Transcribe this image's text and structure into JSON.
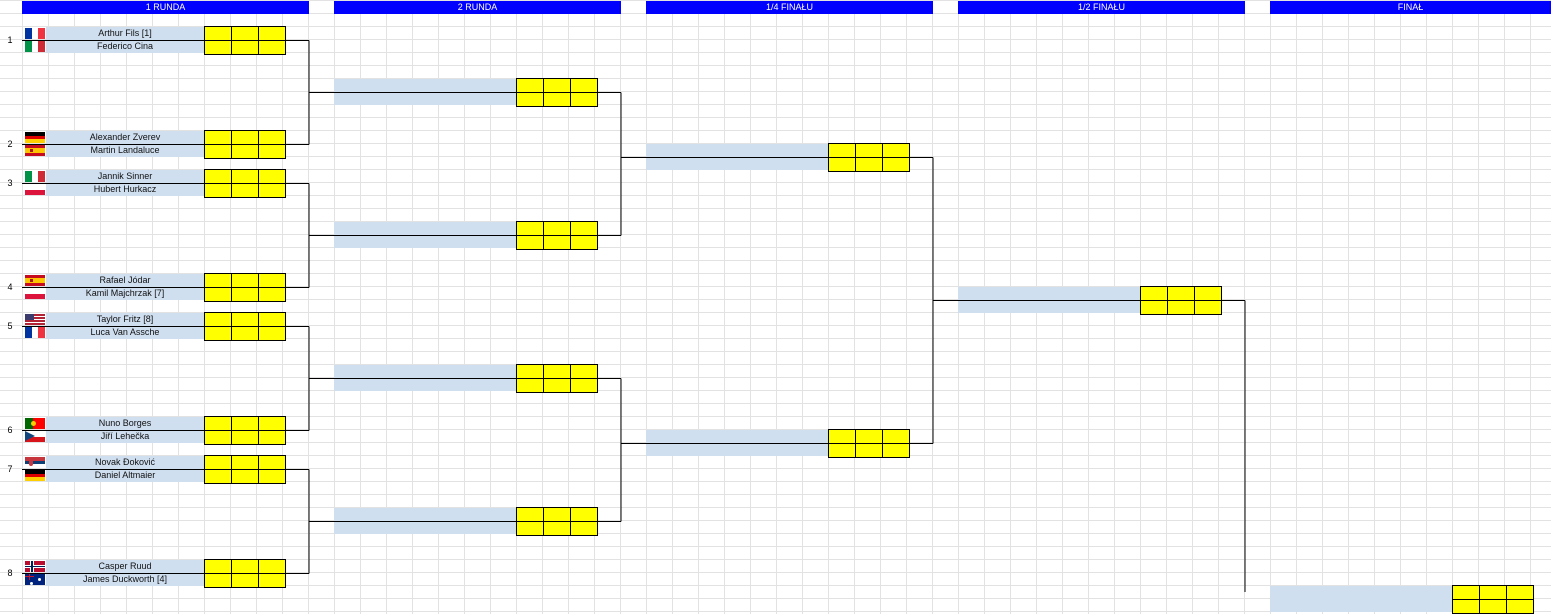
{
  "rounds": [
    "1 RUNDA",
    "2 RUNDA",
    "1/4 FINAŁU",
    "1/2 FINAŁU",
    "FINAŁ"
  ],
  "matches": [
    {
      "seed": "1",
      "p1": "Arthur Fils [1]",
      "p2": "Federico Cina",
      "flag1": "france-flag-icon",
      "flag2": "italy-flag-icon"
    },
    {
      "seed": "2",
      "p1": "Alexander Zverev",
      "p2": "Martin Landaluce",
      "flag1": "germany-flag-icon",
      "flag2": "spain-flag-icon"
    },
    {
      "seed": "3",
      "p1": "Jannik Sinner",
      "p2": "Hubert Hurkacz",
      "flag1": "italy-flag-icon",
      "flag2": "poland-flag-icon"
    },
    {
      "seed": "4",
      "p1": "Rafael Jódar",
      "p2": "Kamil Majchrzak [7]",
      "flag1": "spain-flag-icon",
      "flag2": "poland-flag-icon"
    },
    {
      "seed": "5",
      "p1": "Taylor Fritz [8]",
      "p2": "Luca Van Assche",
      "flag1": "usa-flag-icon",
      "flag2": "france-flag-icon"
    },
    {
      "seed": "6",
      "p1": "Nuno Borges",
      "p2": "Jiří Lehečka",
      "flag1": "portugal-flag-icon",
      "flag2": "czech-flag-icon"
    },
    {
      "seed": "7",
      "p1": "Novak Đoković",
      "p2": "Daniel Altmaier",
      "flag1": "serbia-flag-icon",
      "flag2": "germany-flag-icon"
    },
    {
      "seed": "8",
      "p1": "Casper Ruud",
      "p2": "James Duckworth [4]",
      "flag1": "norway-flag-icon",
      "flag2": "australia-flag-icon"
    }
  ],
  "colors": {
    "header": "#0000ff",
    "name_cell": "#cfdff0",
    "score_cell": "#ffff00"
  }
}
